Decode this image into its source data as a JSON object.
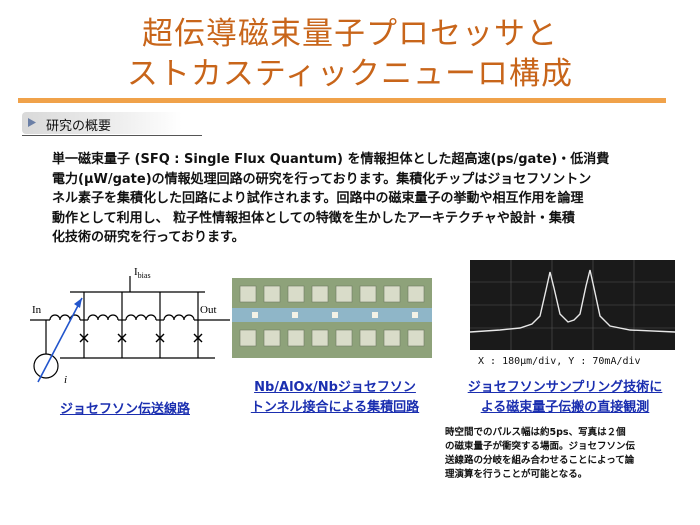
{
  "title": {
    "line1": "超伝導磁束量子プロセッサと",
    "line2": "ストカスティックニューロ構成"
  },
  "section": {
    "heading": "研究の概要"
  },
  "overview": {
    "lines": [
      "単一磁束量子 (SFQ : Single Flux Quantum) を情報担体とした超高速(ps/gate)・低消費",
      "電力(μW/gate)の情報処理回路の研究を行っております。集積化チップはジョセフソントン",
      "ネル素子を集積化した回路により試作されます。回路中の磁束量子の挙動や相互作用を論理",
      "動作として利用し、 粒子性情報担体としての特徴を生かしたアーキテクチャや設計・集積",
      "化技術の研究を行っております。"
    ]
  },
  "figures": {
    "circuit": {
      "label_in": "In",
      "label_out": "Out",
      "label_ibias": "I",
      "label_ibias_sub": "bias",
      "label_i": "i",
      "caption": "ジョセフソン伝送線路"
    },
    "chip": {
      "caption_line1": "Nb/AlOx/Nbジョセフソン",
      "caption_line2": "トンネル接合による集積回路"
    },
    "scope": {
      "scale": "X : 180μm/div, Y : 70mA/div",
      "caption_line1": "ジョセフソンサンプリング技術に",
      "caption_line2": "よる磁束量子伝搬の直接観測",
      "note_lines": [
        "時空間でのパルス幅は約5ps、写真は２個",
        "の磁束量子が衝突する場面。ジョセフソン伝",
        "送線路の分岐を組み合わせることによって論",
        "理演算を行うことが可能となる。"
      ]
    }
  },
  "colors": {
    "title": "#c8651a",
    "rule": "#f0a24a",
    "caption": "#1b2fb0"
  }
}
